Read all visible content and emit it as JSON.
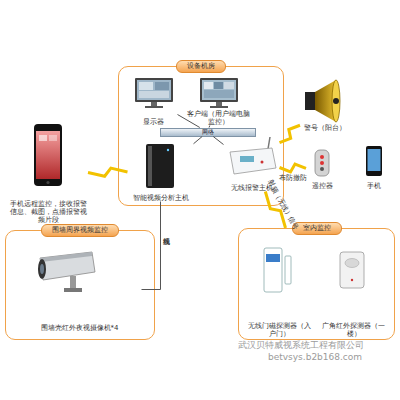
{
  "diagram": {
    "nodes": [
      {
        "text": [
          "设备机房"
        ]
      },
      {
        "text": [
          "显示器"
        ],
        "in": 0
      },
      {
        "text": [
          "客户端（用户端电脑监控）"
        ],
        "in": 0
      },
      {
        "text": [
          "网络"
        ],
        "in": 0
      },
      {
        "text": [
          "智能视频分析主机"
        ],
        "in": 0
      },
      {
        "text": [
          "无线报警主机"
        ],
        "in": 0
      },
      {
        "text": [
          "手机远程监控，接收报警信息、截图，点播报警视频片段"
        ]
      },
      {
        "text": [
          "警号（阳台）"
        ]
      },
      {
        "text": [
          "遥控器"
        ]
      },
      {
        "text": [
          "手机"
        ]
      },
      {
        "text": [
          "围墙周界视频监控"
        ]
      },
      {
        "text": [
          "围墙壳红外夜视摄像机*4"
        ],
        "in": 10
      },
      {
        "text": [
          "室内监控"
        ]
      },
      {
        "text": [
          "无线门磁探测器（入户门）"
        ],
        "in": 12
      },
      {
        "text": [
          "广角红外探测器（一楼）"
        ],
        "in": 12
      }
    ],
    "edges": [
      {
        "from": 6,
        "to": 4,
        "arrow": "none"
      },
      {
        "from": 1,
        "to": 3,
        "arrow": "none"
      },
      {
        "from": 2,
        "to": 3,
        "arrow": "none"
      },
      {
        "from": 4,
        "to": 3,
        "arrow": "none"
      },
      {
        "from": 5,
        "to": 3,
        "arrow": "none"
      },
      {
        "from": 4,
        "to": 11,
        "label": "视频线",
        "arrow": "none"
      },
      {
        "from": 5,
        "to": 7,
        "arrow": "none"
      },
      {
        "from": 5,
        "to": 8,
        "label": "布防撤防",
        "arrow": "none"
      },
      {
        "from": 5,
        "to": 12,
        "label": "射频（无线）信号",
        "arrow": "none"
      }
    ],
    "labels": [
      "武汉贝特威视系统工程有限公司",
      "betvsys.b2b168.com"
    ]
  }
}
